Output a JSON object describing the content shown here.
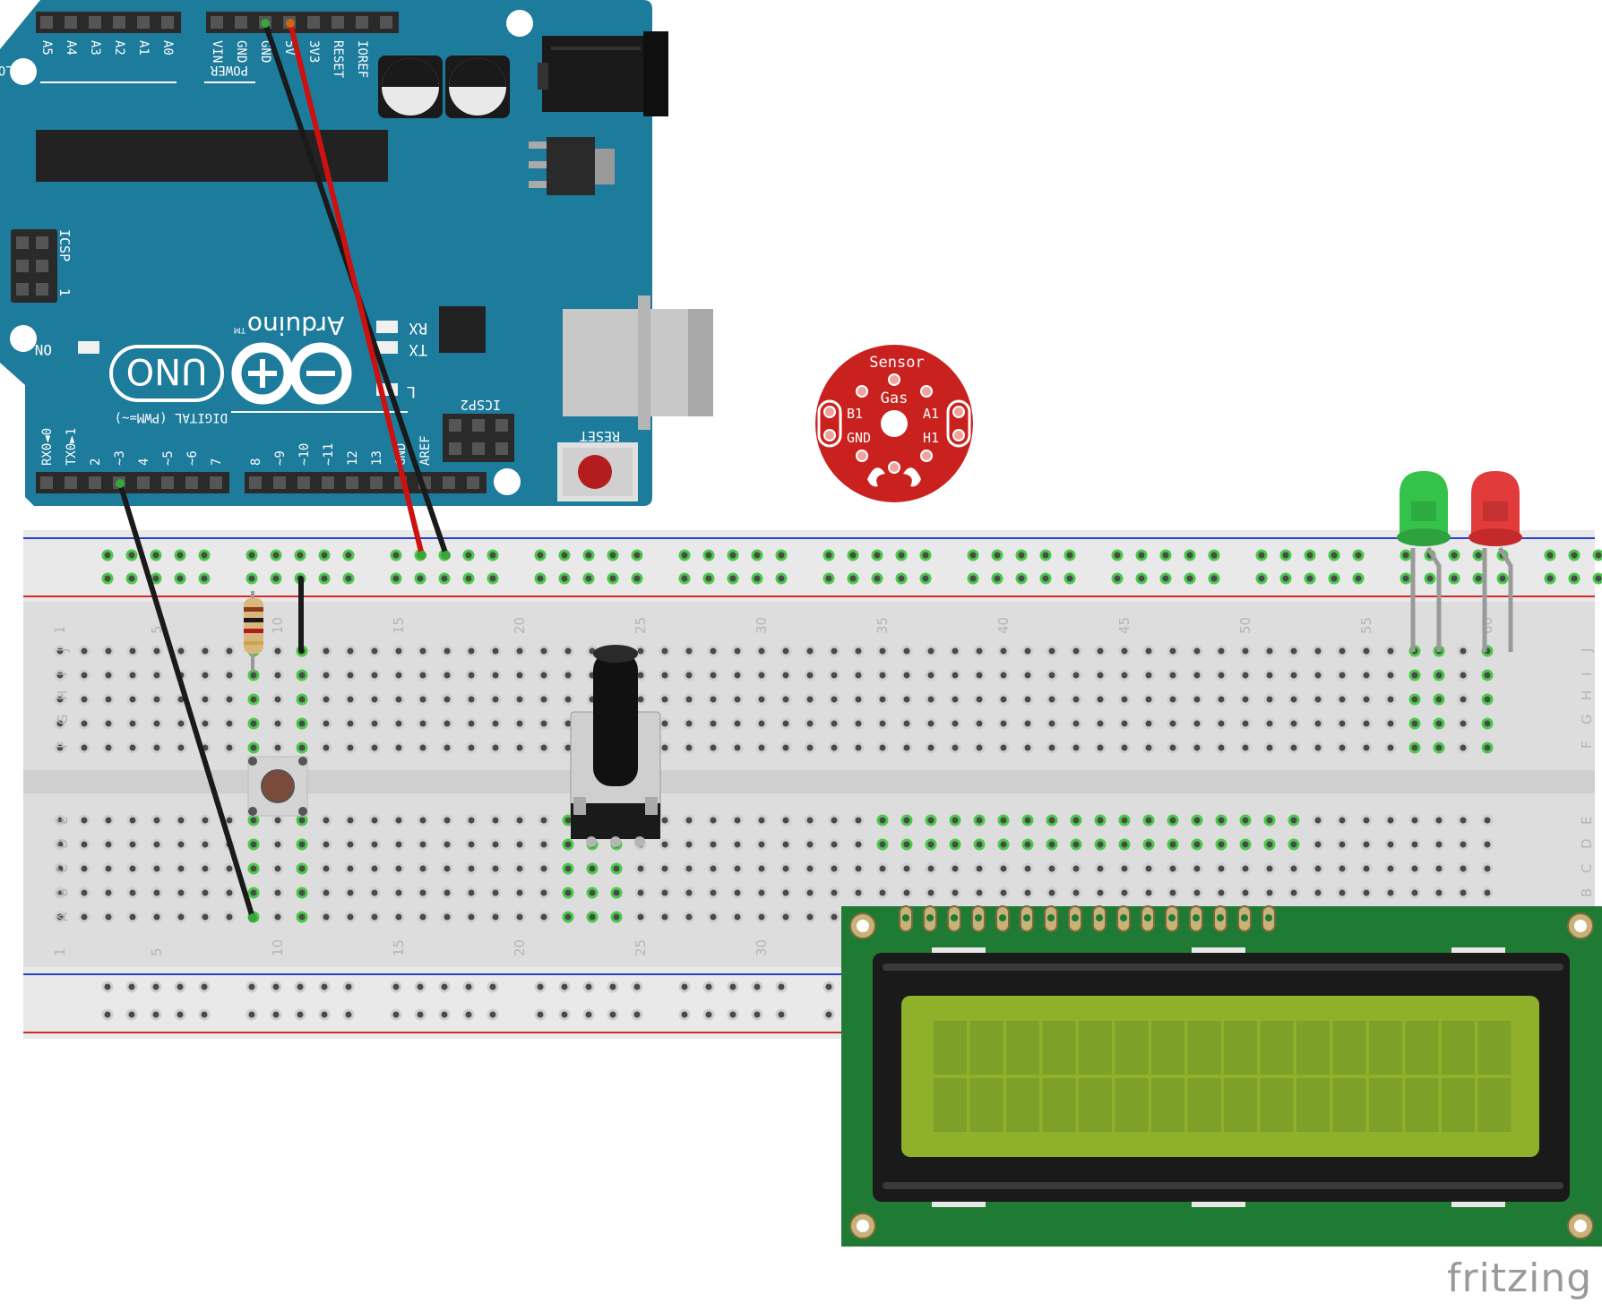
{
  "arduino": {
    "name": "Arduino",
    "tm": "TM",
    "model": "UNO",
    "analog_header": "ANALOG IN",
    "power_header": "POWER",
    "digital_header": "DIGITAL (PWM=~)",
    "analog_pins": [
      "A5",
      "A4",
      "A3",
      "A2",
      "A1",
      "A0"
    ],
    "power_pins": [
      "VIN",
      "GND",
      "GND",
      "5V",
      "3V3",
      "RESET",
      "IOREF"
    ],
    "digital_low": [
      "RX0◄0",
      "TX0►1",
      "2",
      "~3",
      "4",
      "~5",
      "~6",
      "7"
    ],
    "digital_high": [
      "8",
      "~9",
      "~10",
      "~11",
      "12",
      "13",
      "GND",
      "AREF"
    ],
    "icsp": "ICSP",
    "icsp2": "ICSP2",
    "icsp_pin1": "1",
    "on_label": "ON",
    "rx_label": "RX",
    "tx_label": "TX",
    "l_label": "L",
    "reset_label": "RESET"
  },
  "breadboard": {
    "row_letters_top": [
      "J",
      "I",
      "H",
      "G",
      "F"
    ],
    "row_letters_bottom": [
      "E",
      "D",
      "C",
      "B",
      "A"
    ],
    "column_numbers_top": [
      "1",
      "5",
      "10",
      "15",
      "20",
      "25",
      "30",
      "35",
      "40",
      "45",
      "50",
      "55",
      "60"
    ],
    "column_numbers_bottom": [
      "1",
      "5",
      "10",
      "15",
      "20",
      "25",
      "30"
    ]
  },
  "gas_sensor": {
    "label_top": "Sensor",
    "label_mid": "Gas",
    "pin_b1": "B1",
    "pin_a1": "A1",
    "pin_gnd": "GND",
    "pin_h1": "H1"
  },
  "brand": {
    "text": "fritzing"
  },
  "colors": {
    "board_blue": "#1d7b9c",
    "breadboard": "#dddddd",
    "lcd_pcb": "#1f7a33",
    "lcd_screen": "#8fb02b",
    "sensor_red": "#c9221e",
    "wire_red": "#cc1111",
    "wire_black": "#1a1a1a",
    "led_green": "#34c24a",
    "led_red": "#e23b3b"
  }
}
